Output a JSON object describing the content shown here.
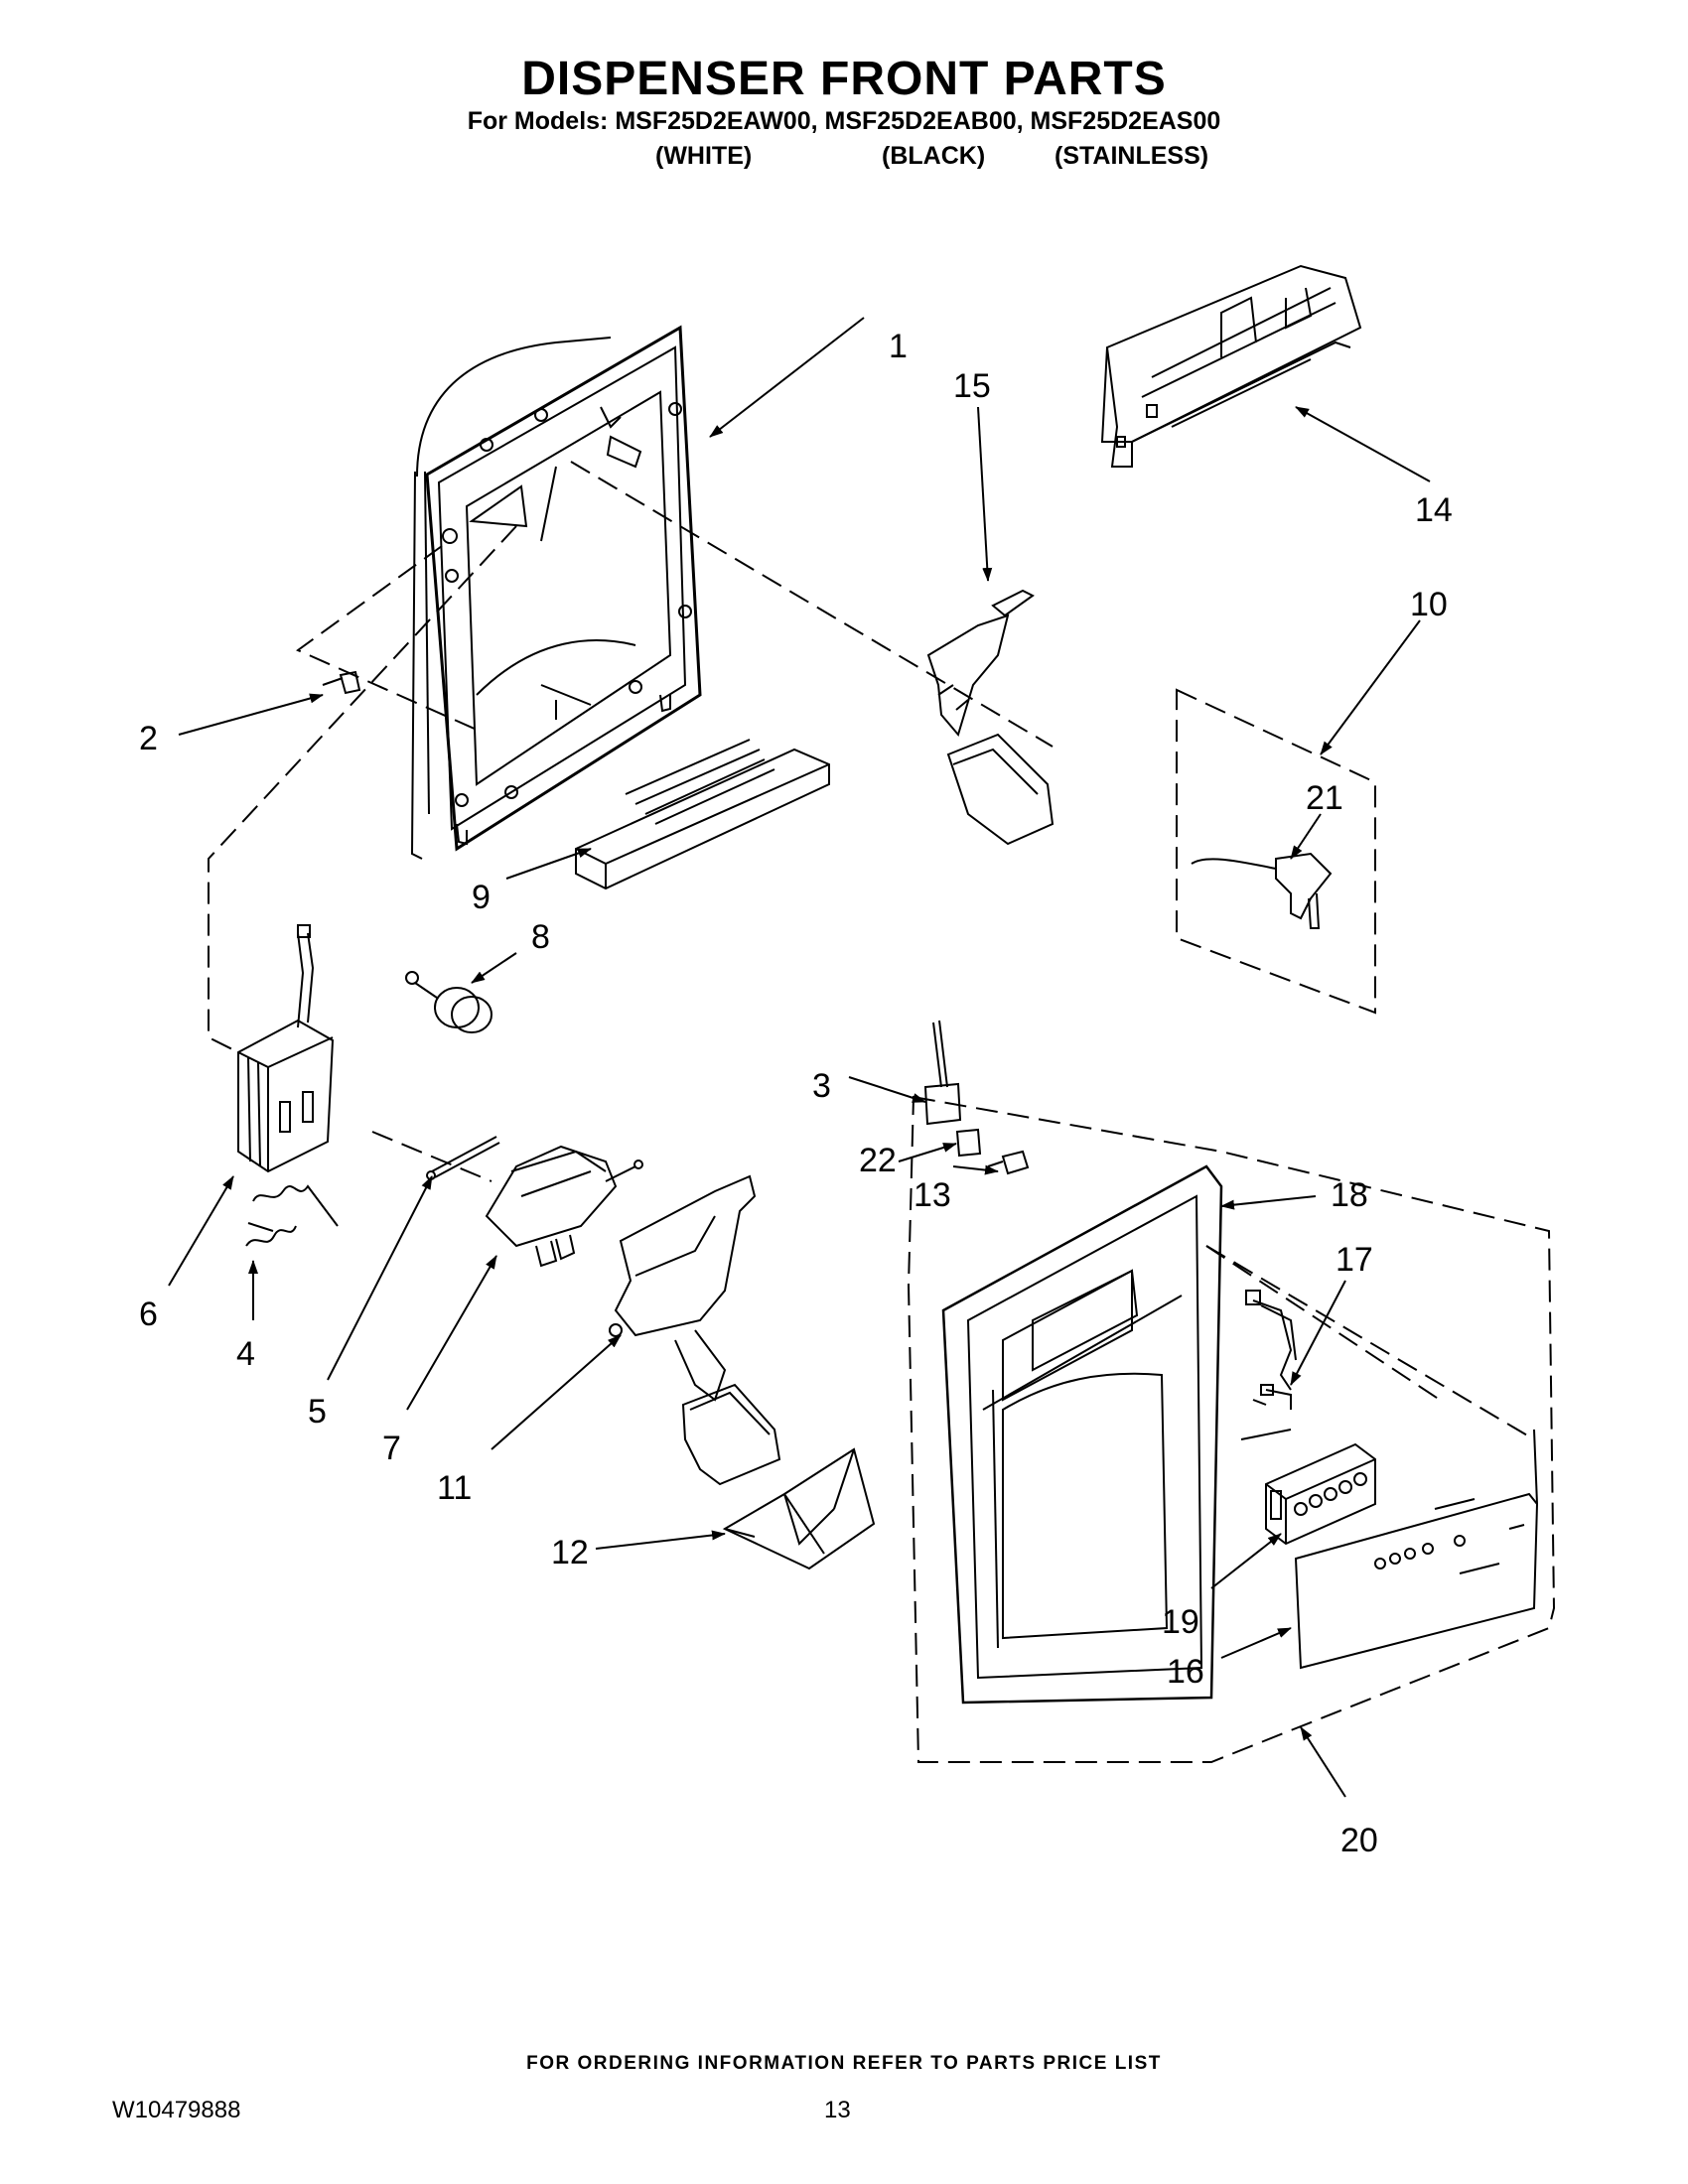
{
  "header": {
    "title": "DISPENSER FRONT PARTS",
    "models_line": "For Models: MSF25D2EAW00, MSF25D2EAB00, MSF25D2EAS00",
    "colors": [
      "(WHITE)",
      "(BLACK)",
      "(STAINLESS)"
    ]
  },
  "callouts": [
    "1",
    "2",
    "3",
    "4",
    "5",
    "6",
    "7",
    "8",
    "9",
    "10",
    "11",
    "12",
    "13",
    "14",
    "15",
    "16",
    "17",
    "18",
    "19",
    "20",
    "21",
    "22"
  ],
  "footer": {
    "note": "FOR ORDERING INFORMATION REFER TO PARTS PRICE LIST",
    "doc_number": "W10479888",
    "page_number": "13"
  }
}
